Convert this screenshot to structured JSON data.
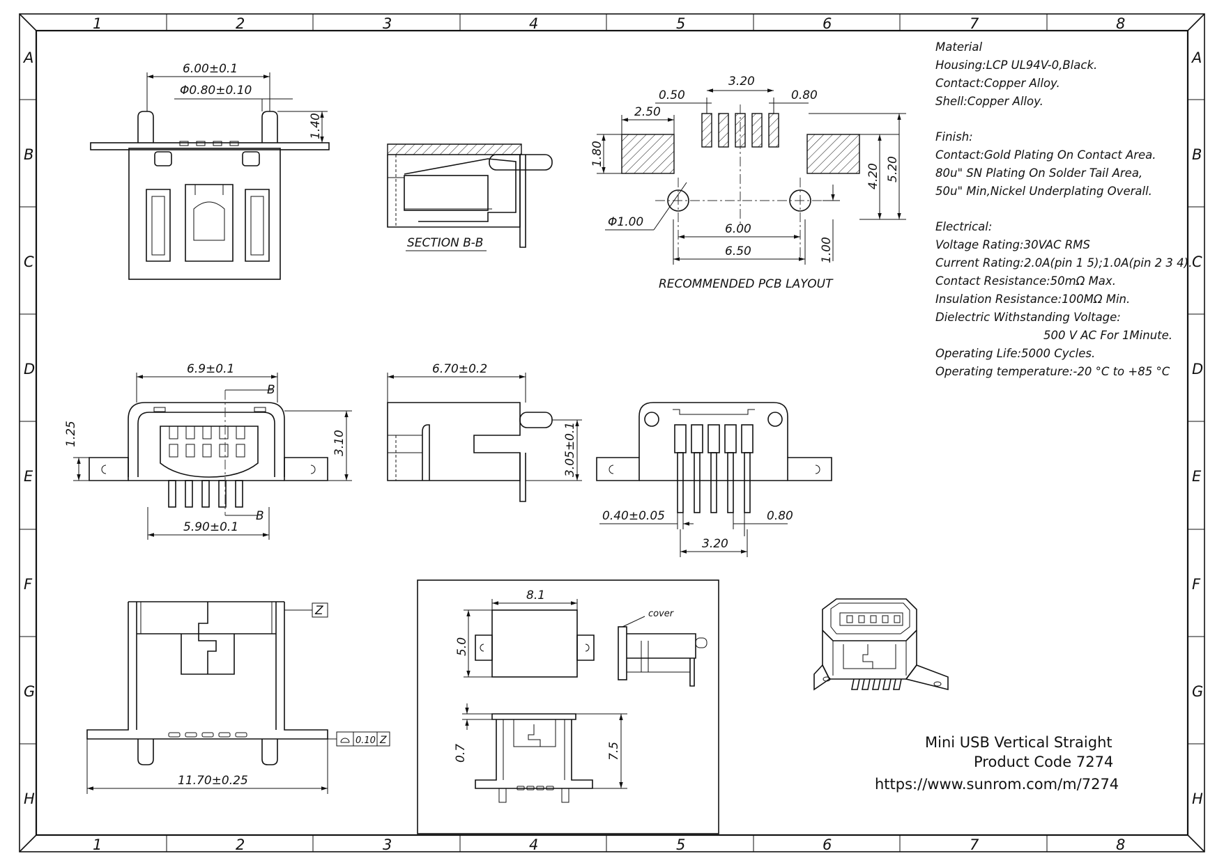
{
  "frame": {
    "columns": [
      "1",
      "2",
      "3",
      "4",
      "5",
      "6",
      "7",
      "8"
    ],
    "rows": [
      "A",
      "B",
      "C",
      "D",
      "E",
      "F",
      "G",
      "H"
    ]
  },
  "notes": {
    "lines": [
      "Material",
      "Housing:LCP UL94V-0,Black.",
      "Contact:Copper Alloy.",
      "Shell:Copper Alloy.",
      "",
      "Finish:",
      "Contact:Gold Plating On Contact Area.",
      "80u\" SN Plating On Solder Tail Area,",
      "50u\" Min,Nickel Underplating Overall.",
      "",
      "Electrical:",
      "Voltage Rating:30VAC RMS",
      "Current Rating:2.0A(pin 1 5);1.0A(pin 2 3 4).",
      "Contact Resistance:50mΩ Max.",
      "Insulation Resistance:100MΩ Min.",
      "Dielectric Withstanding Voltage:",
      "500 V AC For 1Minute.",
      "Operating Life:5000 Cycles.",
      "Operating temperature:-20 °C to +85 °C"
    ]
  },
  "views": {
    "top": {
      "width": "6.00±0.1",
      "hole": "Φ0.80±0.10",
      "peg": "1.40"
    },
    "section": {
      "label": "SECTION B-B"
    },
    "pcb": {
      "label": "RECOMMENDED PCB LAYOUT",
      "pitch_pad": "0.50",
      "span": "3.20",
      "pad_w": "0.80",
      "side_pad": "2.50",
      "pad_h": "1.80",
      "h1": "4.20",
      "h2": "5.20",
      "hole": "Φ1.00",
      "c1": "6.00",
      "c2": "6.50",
      "off": "1.00"
    },
    "front": {
      "width": "6.9±0.1",
      "bottom": "5.90±0.1",
      "h": "1.25",
      "total_h": "3.10",
      "section_mark": "B"
    },
    "side": {
      "length": "6.70±0.2",
      "h": "3.05±0.1"
    },
    "rear": {
      "pin_w": "0.40±0.05",
      "pitch": "0.80",
      "span": "3.20"
    },
    "bottom": {
      "width": "11.70±0.25",
      "datum": "Z",
      "flatness": "0.10",
      "datum_ref": "Z"
    },
    "cover": {
      "width": "8.1",
      "height": "5.0",
      "label": "cover",
      "t": "0.7",
      "h": "7.5"
    }
  },
  "title_block": {
    "name": "Mini USB Vertical Straight",
    "code": "Product Code 7274",
    "url": "https://www.sunrom.com/m/7274"
  }
}
